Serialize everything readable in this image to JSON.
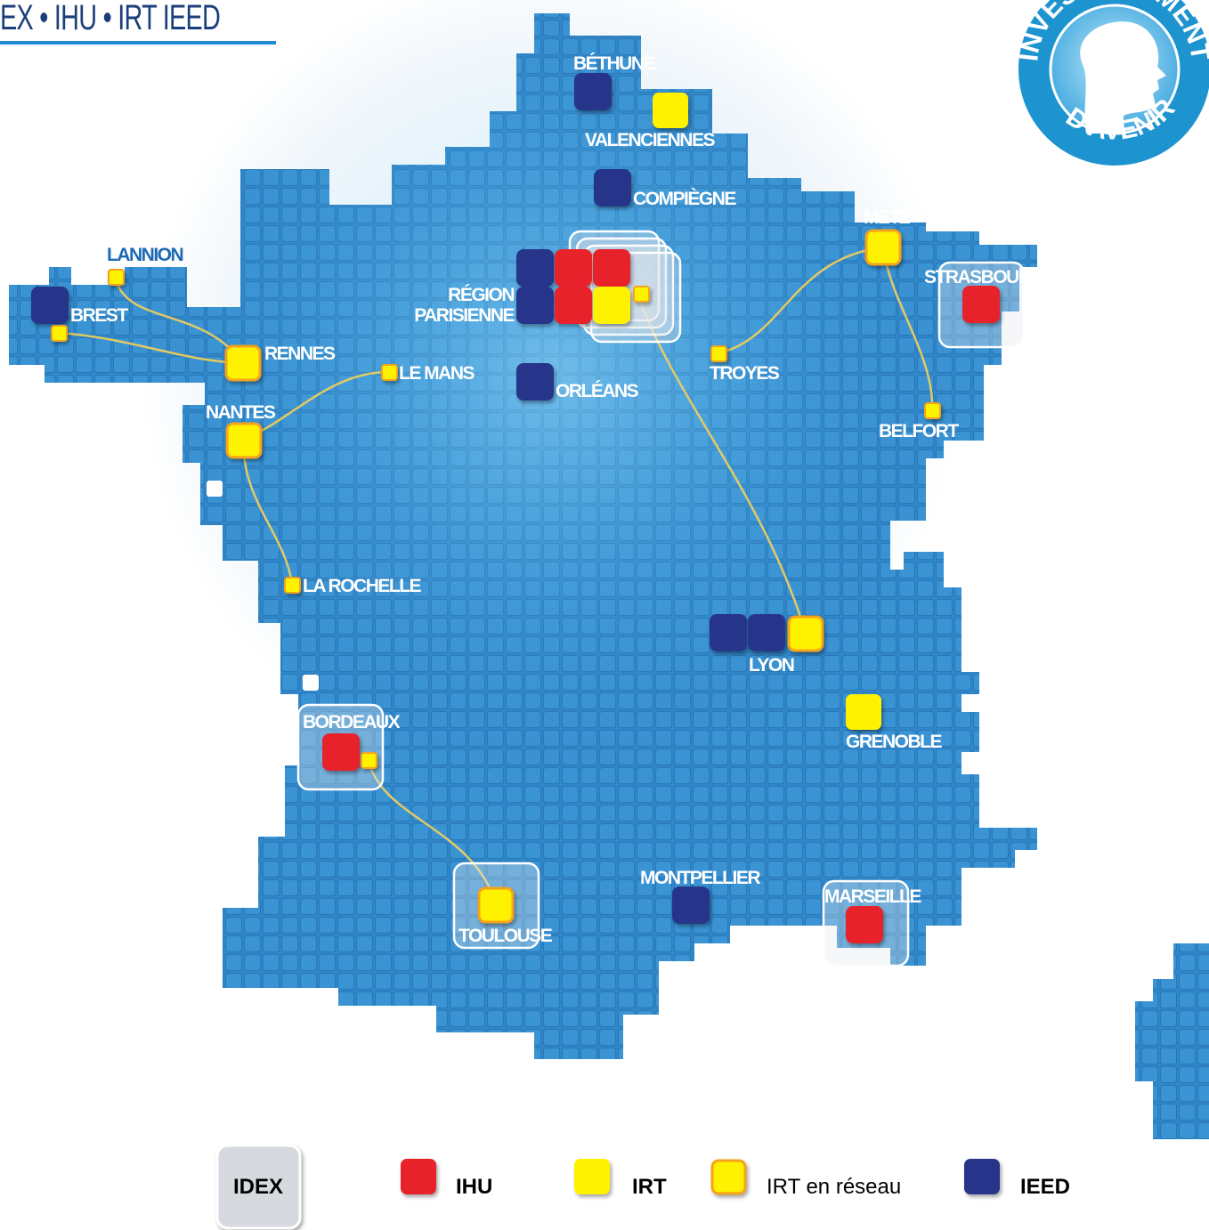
{
  "title": "EX • IHU • IRT IEED",
  "seal": {
    "top_text": "INVESTISSEMENTS",
    "bottom_text": "D'AVENIR"
  },
  "colors": {
    "idex": "#c9cfd6",
    "ihu": "#e8202a",
    "irt": "#fff200",
    "irt_network_border": "#f6a31b",
    "ieed": "#28348a",
    "map": "#2f86c8"
  },
  "cities": [
    {
      "id": "bethune",
      "name": "BÉTHUNE",
      "markers": [
        "IEED"
      ]
    },
    {
      "id": "valenciennes",
      "name": "VALENCIENNES",
      "markers": [
        "IRT"
      ]
    },
    {
      "id": "compiegne",
      "name": "COMPIÈGNE",
      "markers": [
        "IEED"
      ]
    },
    {
      "id": "lannion",
      "name": "LANNION",
      "markers": [
        "IRT en réseau"
      ]
    },
    {
      "id": "brest",
      "name": "BREST",
      "markers": [
        "IEED",
        "IRT en réseau"
      ]
    },
    {
      "id": "rennes",
      "name": "RENNES",
      "markers": [
        "IRT en réseau"
      ]
    },
    {
      "id": "le-mans",
      "name": "LE MANS",
      "markers": [
        "IRT en réseau"
      ]
    },
    {
      "id": "nantes",
      "name": "NANTES",
      "markers": [
        "IRT en réseau"
      ]
    },
    {
      "id": "region-parisienne-1",
      "name": "RÉGION",
      "markers": [
        "IDEX",
        "IEED",
        "IHU",
        "IRT"
      ]
    },
    {
      "id": "region-parisienne-2",
      "name": "PARISIENNE",
      "markers": []
    },
    {
      "id": "orleans",
      "name": "ORLÉANS",
      "markers": [
        "IEED"
      ]
    },
    {
      "id": "metz",
      "name": "METZ",
      "markers": [
        "IRT en réseau"
      ]
    },
    {
      "id": "strasbourg",
      "name": "STRASBOURG",
      "markers": [
        "IDEX",
        "IHU"
      ]
    },
    {
      "id": "troyes",
      "name": "TROYES",
      "markers": [
        "IRT en réseau"
      ]
    },
    {
      "id": "belfort",
      "name": "BELFORT",
      "markers": [
        "IRT en réseau"
      ]
    },
    {
      "id": "la-rochelle",
      "name": "LA ROCHELLE",
      "markers": [
        "IRT en réseau"
      ]
    },
    {
      "id": "lyon",
      "name": "LYON",
      "markers": [
        "IEED",
        "IRT en réseau"
      ]
    },
    {
      "id": "grenoble",
      "name": "GRENOBLE",
      "markers": [
        "IRT"
      ]
    },
    {
      "id": "bordeaux",
      "name": "BORDEAUX",
      "markers": [
        "IDEX",
        "IHU",
        "IRT en réseau"
      ]
    },
    {
      "id": "toulouse",
      "name": "TOULOUSE",
      "markers": [
        "IDEX",
        "IRT en réseau"
      ]
    },
    {
      "id": "montpellier",
      "name": "MONTPELLIER",
      "markers": [
        "IEED"
      ]
    },
    {
      "id": "marseille",
      "name": "MARSEILLE",
      "markers": [
        "IDEX",
        "IHU"
      ]
    }
  ],
  "legend": {
    "idex": "IDEX",
    "ihu": "IHU",
    "irt": "IRT",
    "irt_network": "IRT en réseau",
    "ieed": "IEED"
  }
}
